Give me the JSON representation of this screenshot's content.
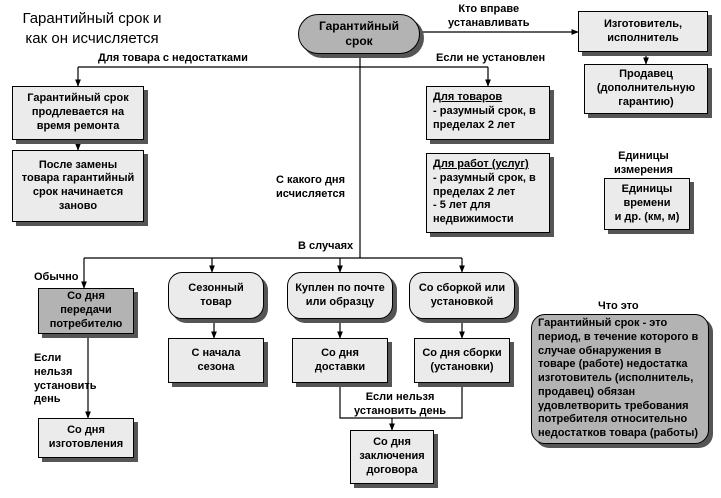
{
  "title_lines": [
    "Гарантийный срок и",
    "как он исчисляется"
  ],
  "central": [
    "Гарантийный",
    "срок"
  ],
  "who": {
    "label": [
      "Кто вправе",
      "устанавливать"
    ],
    "maker": [
      "Изготовитель,",
      "исполнитель"
    ],
    "seller": [
      "Продавец",
      "(дополнительную",
      "гарантию)"
    ]
  },
  "units": {
    "label": [
      "Единицы",
      "измерения"
    ],
    "box": [
      "Единицы",
      "времени",
      "и др. (км, м)"
    ]
  },
  "defects": {
    "label": "Для товара с недостатками",
    "repair": [
      "Гарантийный срок",
      "продлевается на",
      "время ремонта"
    ],
    "replace": [
      "После замены",
      "товара гарантийный",
      "срок  начинается",
      "заново"
    ]
  },
  "not_set": {
    "label": "Если не установлен",
    "goods_head": "Для товаров",
    "goods": [
      "- разумный срок,  в",
      "пределах 2 лет"
    ],
    "works_head": "Для работ (услуг)",
    "works": [
      "- разумный срок,  в",
      "пределах 2 лет",
      "-  5 лет для",
      "недвижимости"
    ]
  },
  "from_day": {
    "label": [
      "С какого дня",
      "исчисляется"
    ],
    "cases_label": "В случаях",
    "usually_label": "Обычно",
    "transfer": [
      "Со дня",
      "передачи",
      "потребителю"
    ],
    "cannot_label": [
      "Если",
      "нельзя",
      "установить",
      "день"
    ],
    "manufacture": [
      "Со дня",
      "изготовления"
    ],
    "seasonal": [
      "Сезонный",
      "товар"
    ],
    "season_start": [
      "С начала",
      "сезона"
    ],
    "mail": [
      "Куплен по почте",
      "или образцу"
    ],
    "delivery": [
      "Со дня",
      "доставки"
    ],
    "assembly": [
      "Со сборкой или",
      "установкой"
    ],
    "assembly_day": [
      "Со дня  сборки",
      "(установки)"
    ],
    "cannot2_label": [
      "Если нельзя",
      "установить день"
    ],
    "contract": [
      "Со дня",
      "заключения",
      "договора"
    ]
  },
  "definition": {
    "label": "Что это",
    "text": [
      "Гарантийный срок - это",
      "период, в течение которого в",
      "случае обнаружения в",
      "товаре (работе) недостатка",
      "изготовитель (исполнитель,",
      "продавец) обязан",
      "удовлетворить требования",
      "потребителя относительно",
      "недостатков товара (работы)"
    ]
  }
}
